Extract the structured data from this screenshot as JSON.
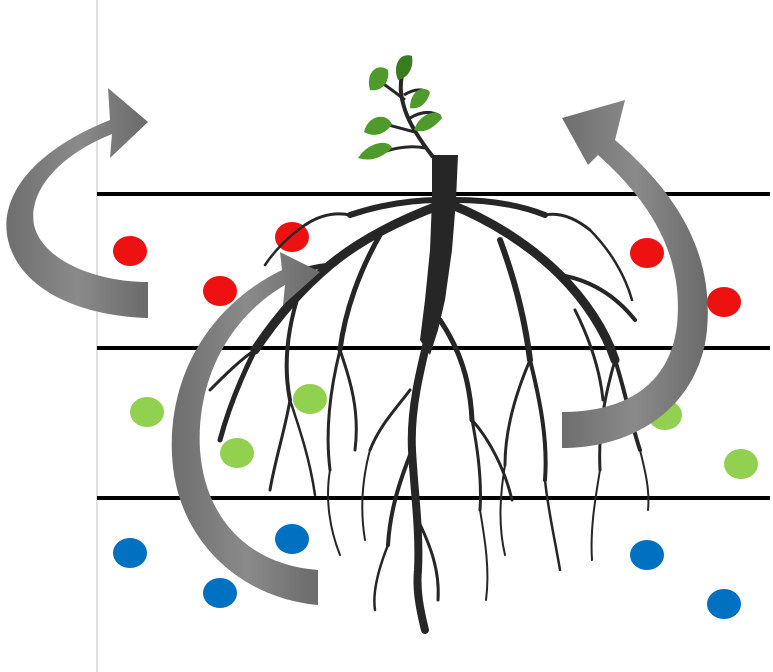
{
  "diagram": {
    "layers": [
      {
        "id": "top",
        "nutrient_color": "#ee1111"
      },
      {
        "id": "middle",
        "nutrient_color": "#92d050"
      },
      {
        "id": "bottom",
        "nutrient_color": "#0070c0"
      }
    ],
    "colors": {
      "background": "#ffffff",
      "border_line": "#bfbfbf",
      "layer_line": "#000000",
      "arrow_fill": "#7f7f7f",
      "arrow_dark": "#5a5a5a",
      "root": "#262626",
      "leaf": "#4e9a2a",
      "leaf_dark": "#3a7d1e"
    },
    "icons": {
      "arrows": [
        "curved-arrow-icon",
        "curved-arrow-icon",
        "curved-arrow-icon"
      ],
      "plant": "plant-root-icon"
    }
  }
}
